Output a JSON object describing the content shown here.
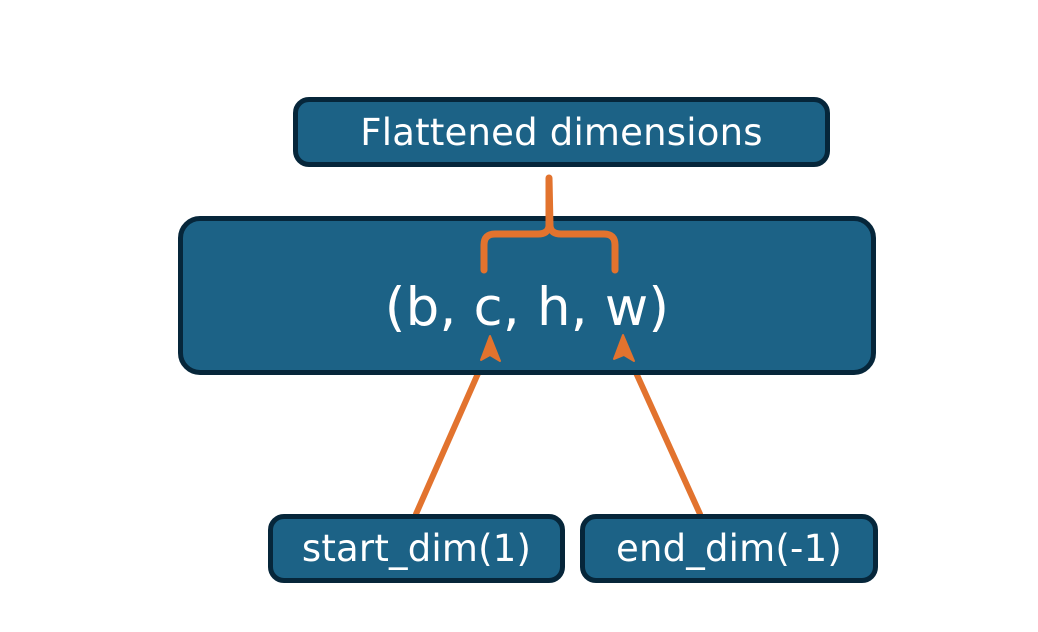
{
  "diagram": {
    "title_node": {
      "label": "Flattened dimensions",
      "name": "flattened-dimensions-box"
    },
    "shape_node": {
      "label": "(b, c, h, w)",
      "name": "tensor-shape-box"
    },
    "arg_nodes": [
      {
        "label": "start_dim(1)",
        "name": "start-dim-box"
      },
      {
        "label": "end_dim(-1)",
        "name": "end-dim-box"
      }
    ],
    "connectors": [
      {
        "name": "flatten-range-brace",
        "kind": "curly-brace",
        "spans": "c, h",
        "points_to": "Flattened dimensions"
      },
      {
        "name": "start-dim-arrow",
        "kind": "arrow",
        "from": "start_dim(1)",
        "to": "c"
      },
      {
        "name": "end-dim-arrow",
        "kind": "arrow",
        "from": "end_dim(-1)",
        "to": "w"
      }
    ]
  },
  "colors": {
    "box_fill": "#1c6286",
    "box_border": "#06263a",
    "accent_orange": "#e2732e",
    "label_text": "#ffffff",
    "background": "#ffffff"
  }
}
